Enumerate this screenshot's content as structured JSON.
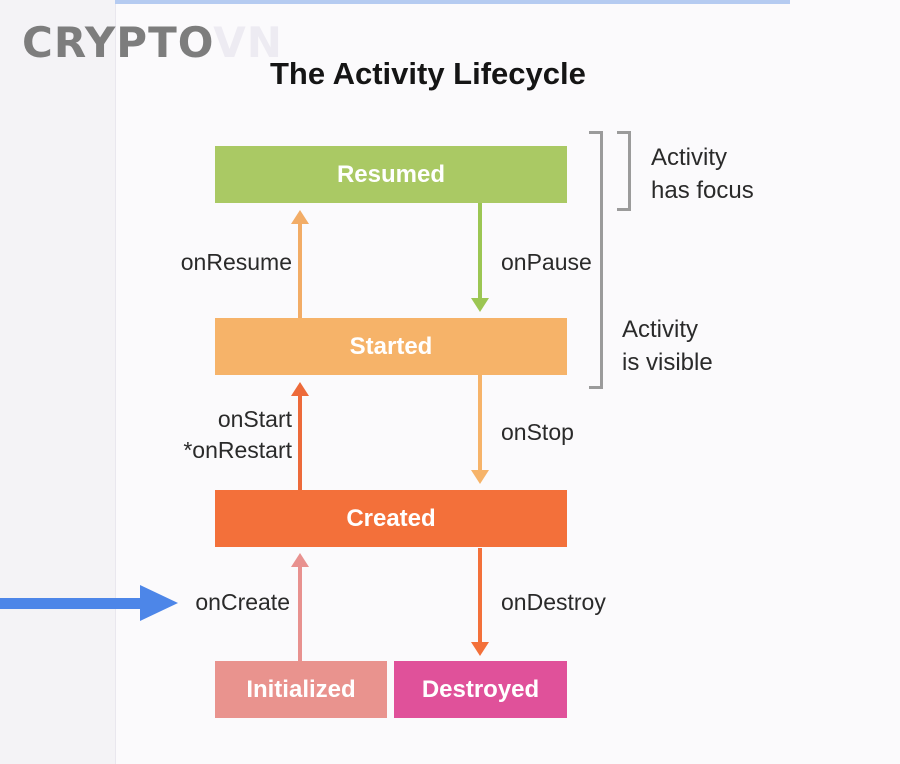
{
  "page": {
    "title": "The Activity Lifecycle",
    "slide_background": "#fbfafc",
    "outer_background": "#f4f3f6",
    "top_line_color": "#b5cbf1"
  },
  "logo": {
    "part1": "CRYPTO",
    "part2": "VN",
    "part1_color": "#7d7d7d",
    "part2_color": "#edebf2"
  },
  "diagram": {
    "states": [
      {
        "name": "resumed",
        "label": "Resumed",
        "color": "#aac964"
      },
      {
        "name": "started",
        "label": "Started",
        "color": "#f6b369"
      },
      {
        "name": "created",
        "label": "Created",
        "color": "#f3703a"
      },
      {
        "name": "initialized",
        "label": "Initialized",
        "color": "#e9938e"
      },
      {
        "name": "destroyed",
        "label": "Destroyed",
        "color": "#e0519a"
      }
    ],
    "transitions": [
      {
        "name": "onResume",
        "label": "onResume",
        "direction": "up",
        "color": "#f2ac66"
      },
      {
        "name": "onPause",
        "label": "onPause",
        "direction": "down",
        "color": "#9cc653"
      },
      {
        "name": "onStart",
        "label": "onStart",
        "label2": "*onRestart",
        "direction": "up",
        "color": "#ed6a3a"
      },
      {
        "name": "onStop",
        "label": "onStop",
        "direction": "down",
        "color": "#f6b369"
      },
      {
        "name": "onCreate",
        "label": "onCreate",
        "direction": "up",
        "color": "#e8918f"
      },
      {
        "name": "onDestroy",
        "label": "onDestroy",
        "direction": "down",
        "color": "#f3703a"
      }
    ],
    "annotations": [
      {
        "name": "has-focus",
        "line1": "Activity",
        "line2": "has focus",
        "bracket_color": "#9b9b9b"
      },
      {
        "name": "is-visible",
        "line1": "Activity",
        "line2": "is visible",
        "bracket_color": "#9b9b9b"
      }
    ]
  },
  "pointer": {
    "color": "#4d86e8"
  }
}
